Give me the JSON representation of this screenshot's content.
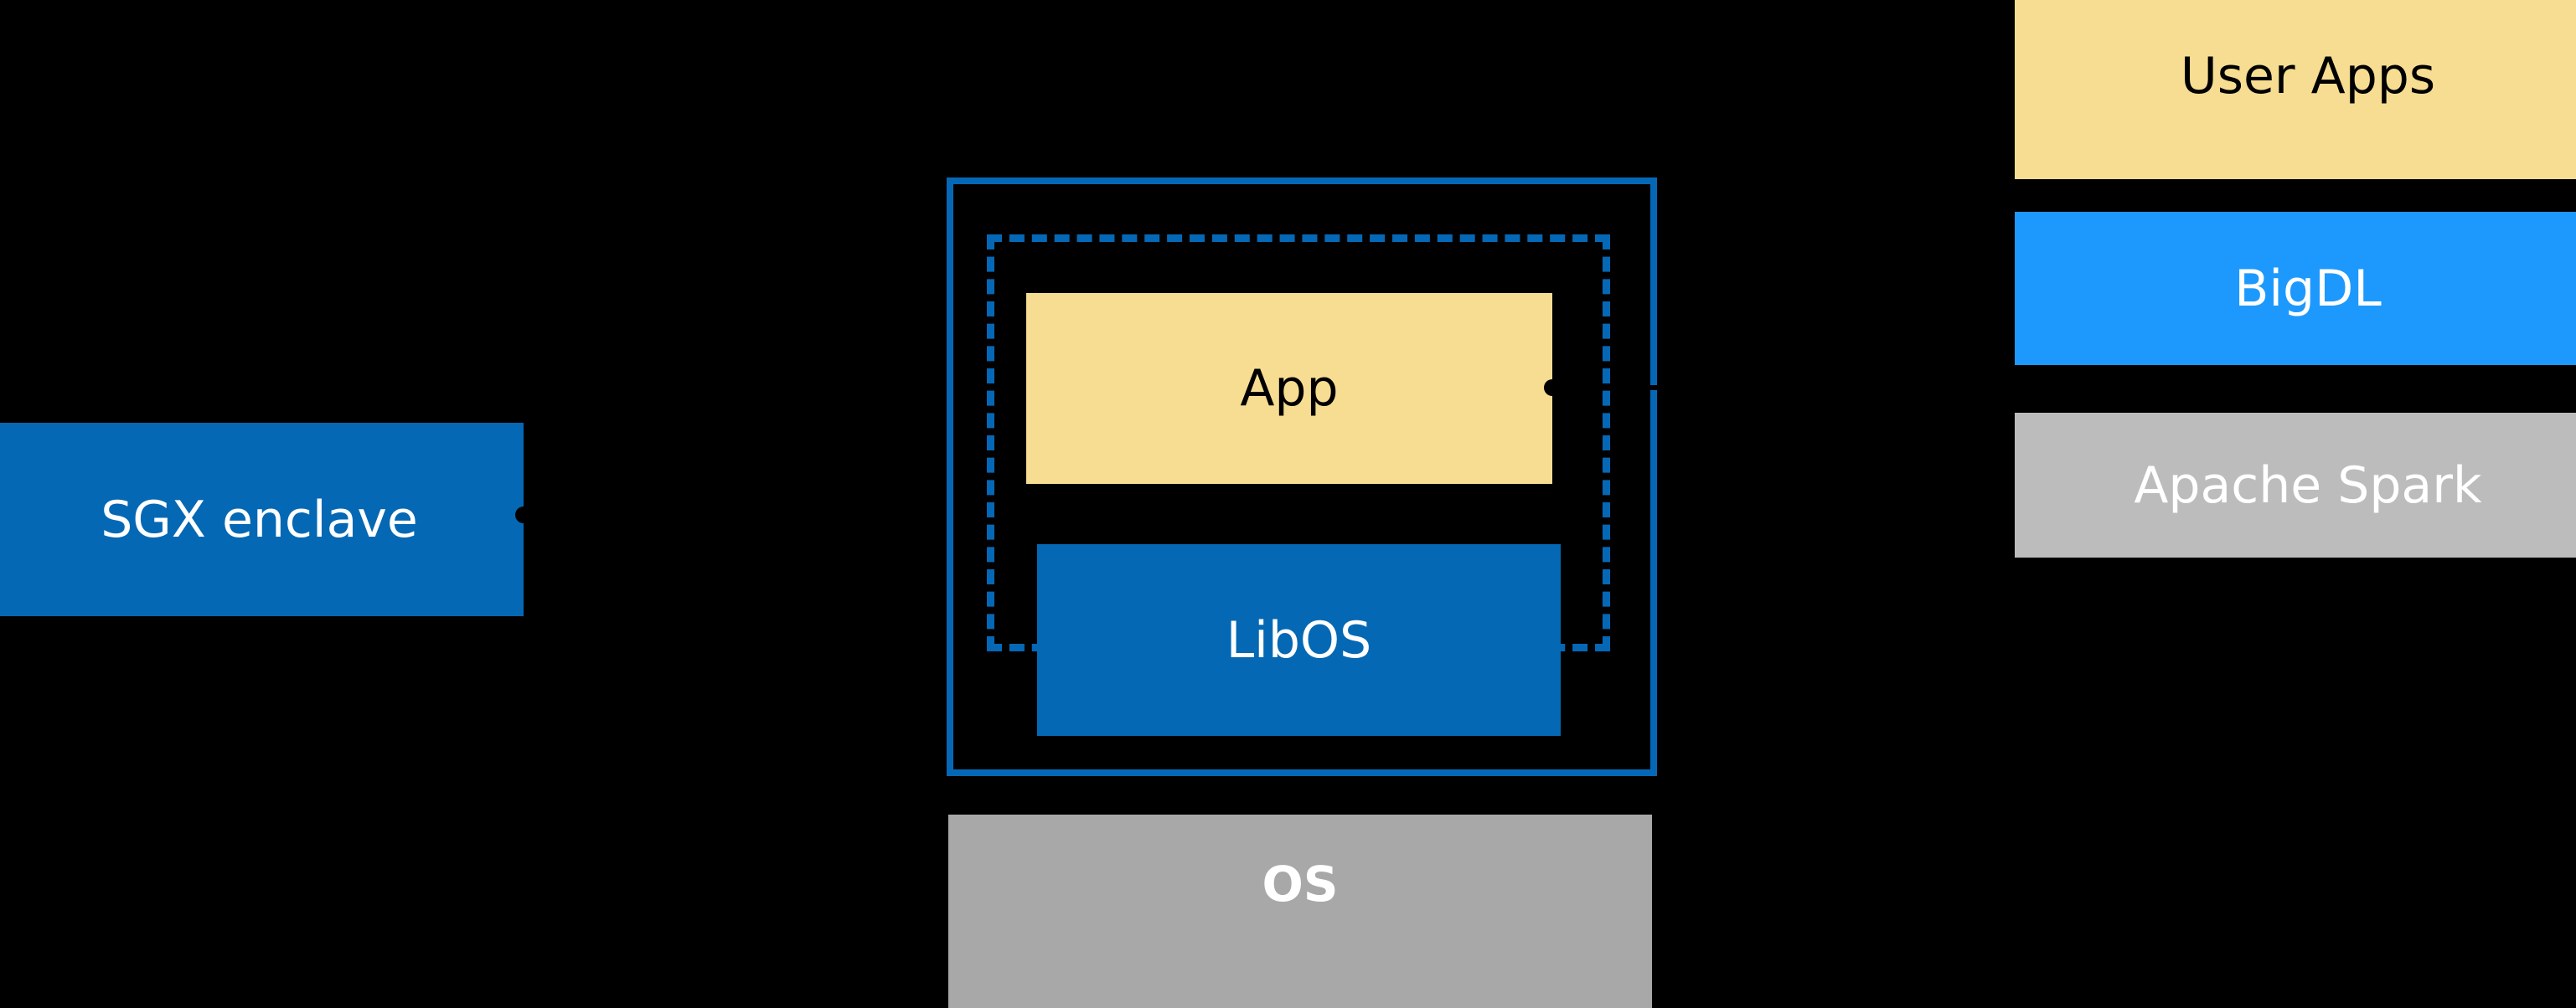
{
  "diagram": {
    "background_color": "#000000",
    "left_column": {
      "sgx_enclave": {
        "label": "SGX enclave",
        "fill": "#0468b4",
        "text_color": "#ffffff"
      }
    },
    "center_column": {
      "enclave_frame": {
        "name": "enclave-boundary",
        "stroke": "#0568b6",
        "style": "solid"
      },
      "libos_frame": {
        "name": "libos-boundary",
        "stroke": "#0568b6",
        "style": "dashed"
      },
      "app": {
        "label": "App",
        "fill": "#f7dd91",
        "text_color": "#000000"
      },
      "libos": {
        "label": "LibOS",
        "fill": "#0468b4",
        "text_color": "#ffffff"
      },
      "os": {
        "label": "OS",
        "fill": "#a8a8a8",
        "text_color": "#ffffff"
      }
    },
    "right_column": {
      "stack": [
        {
          "label": "User Apps",
          "fill": "#f7dd91",
          "text_color": "#000000"
        },
        {
          "label": "BigDL",
          "fill": "#1d99fd",
          "text_color": "#ffffff"
        },
        {
          "label": "Apache Spark",
          "fill": "#bcbcbc",
          "text_color": "#ffffff"
        }
      ]
    },
    "connectors": [
      {
        "name": "sgx-enclave-to-enclave-frame",
        "color": "#000000"
      },
      {
        "name": "app-to-user-apps",
        "color": "#000000"
      }
    ]
  }
}
